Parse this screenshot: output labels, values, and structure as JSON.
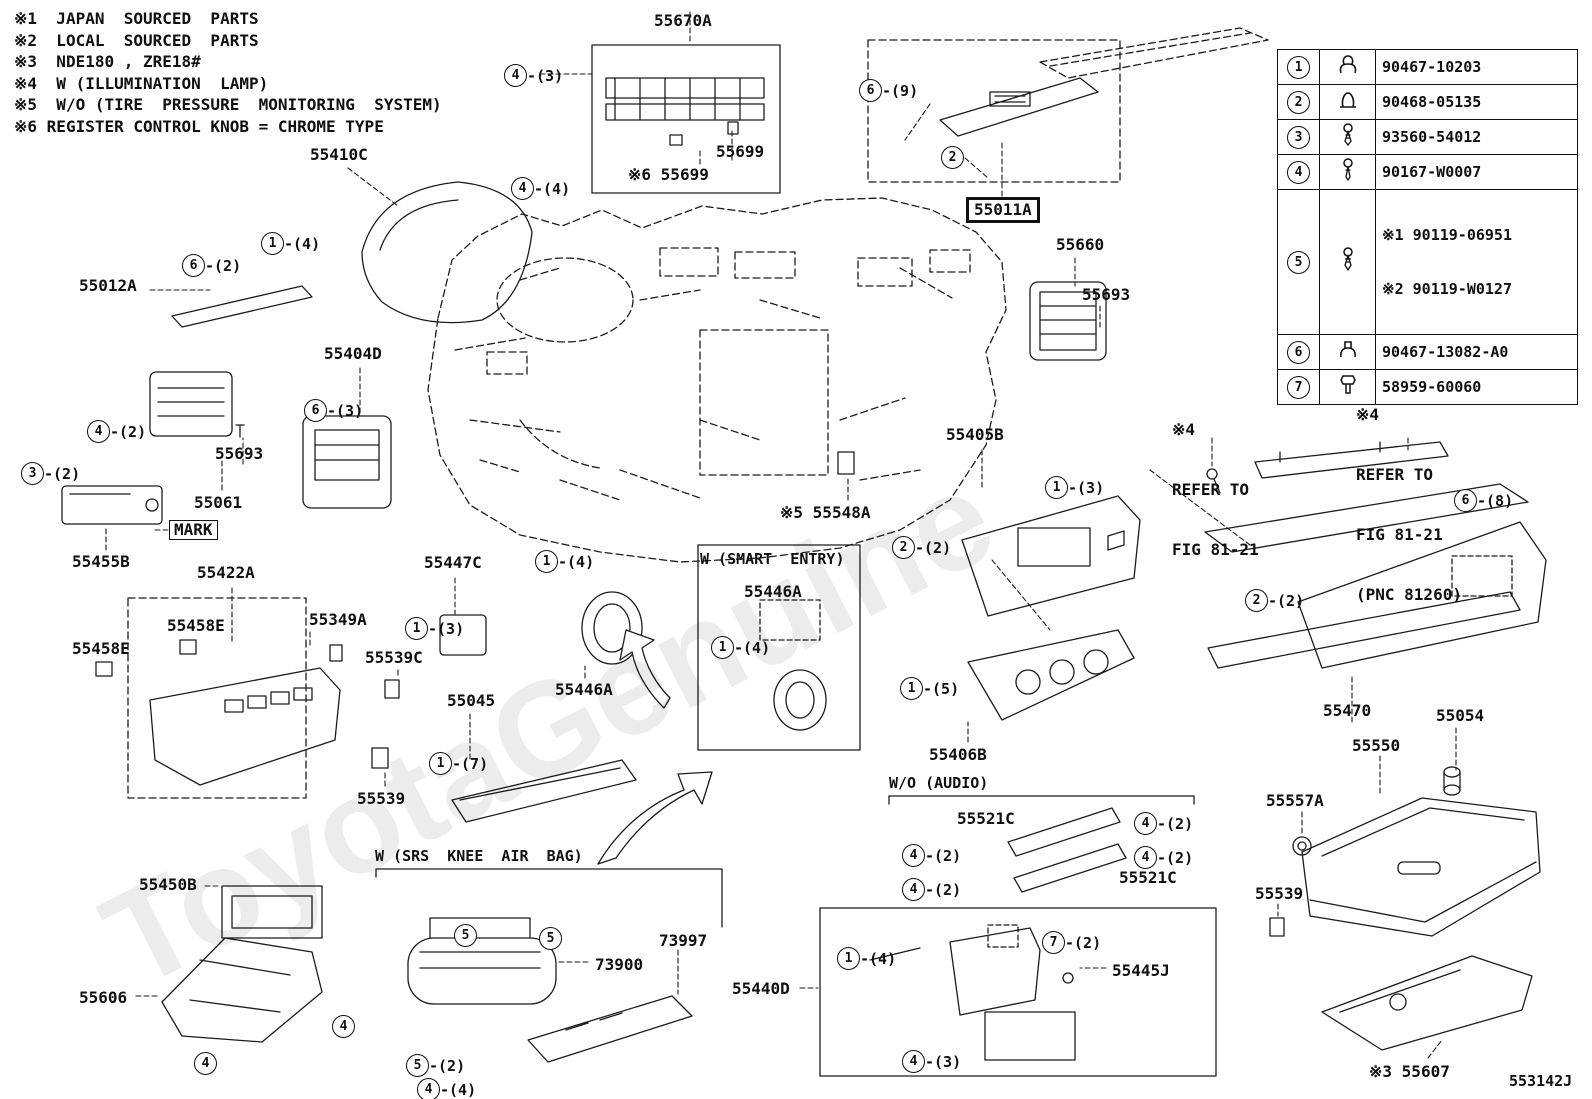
{
  "doc": {
    "code": "553142J",
    "watermark": "ToyotaGenuine"
  },
  "notes": [
    "※1  JAPAN  SOURCED  PARTS",
    "※2  LOCAL  SOURCED  PARTS",
    "※3  NDE180 , ZRE18#",
    "※4  W (ILLUMINATION  LAMP)",
    "※5  W/O (TIRE  PRESSURE  MONITORING  SYSTEM)",
    "※6 REGISTER CONTROL KNOB = CHROME TYPE"
  ],
  "fastener_table": {
    "rows": [
      {
        "num": "1",
        "icon": "clip-icon",
        "parts": [
          "90467-10203"
        ]
      },
      {
        "num": "2",
        "icon": "clip-icon",
        "parts": [
          "90468-05135"
        ]
      },
      {
        "num": "3",
        "icon": "screw-icon",
        "parts": [
          "93560-54012"
        ]
      },
      {
        "num": "4",
        "icon": "screw-icon",
        "parts": [
          "90167-W0007"
        ]
      },
      {
        "num": "5",
        "icon": "screw-icon",
        "parts": [
          "※1 90119-06951",
          "※2 90119-W0127"
        ]
      },
      {
        "num": "6",
        "icon": "clip-icon",
        "parts": [
          "90467-13082-A0"
        ]
      },
      {
        "num": "7",
        "icon": "bolt-icon",
        "parts": [
          "58959-60060"
        ]
      }
    ]
  },
  "labels": [
    "55670A",
    "55699",
    "※6 55699",
    "55410C",
    "55012A",
    "55660",
    "55693",
    "55404D",
    "55693",
    "55061",
    "55455B",
    "55422A",
    "55458E",
    "55458E",
    "55349A",
    "55447C",
    "55539C",
    "55446A",
    "W (SMART  ENTRY)",
    "55446A",
    "55045",
    "55539",
    "55450B",
    "55606",
    "W (SRS  KNEE  AIR  BAG)",
    "73900",
    "73997",
    "55440D",
    "55445J",
    "W/O (AUDIO)",
    "55521C",
    "55521C",
    "55405B",
    "55406B",
    "※5 55548A",
    "55470",
    "55550",
    "55054",
    "55557A",
    "55539",
    "※3 55607"
  ],
  "boxed": [
    "55011A",
    "MARK"
  ],
  "refer": [
    {
      "lines": [
        "※4",
        "REFER TO",
        "FIG 81-21"
      ]
    },
    {
      "lines": [
        "※4",
        "REFER TO",
        "FIG 81-21",
        "(PNC 81260)"
      ]
    }
  ],
  "callouts": [
    {
      "num": "4",
      "suffix": "-(3)"
    },
    {
      "num": "4",
      "suffix": "-(4)"
    },
    {
      "num": "1",
      "suffix": "-(4)"
    },
    {
      "num": "6",
      "suffix": "-(2)"
    },
    {
      "num": "6",
      "suffix": "-(9)"
    },
    {
      "num": "2",
      "suffix": ""
    },
    {
      "num": "6",
      "suffix": "-(3)"
    },
    {
      "num": "4",
      "suffix": "-(2)"
    },
    {
      "num": "3",
      "suffix": "-(2)"
    },
    {
      "num": "1",
      "suffix": "-(3)"
    },
    {
      "num": "1",
      "suffix": "-(4)"
    },
    {
      "num": "1",
      "suffix": "-(4)"
    },
    {
      "num": "1",
      "suffix": "-(7)"
    },
    {
      "num": "4",
      "suffix": ""
    },
    {
      "num": "4",
      "suffix": ""
    },
    {
      "num": "5",
      "suffix": ""
    },
    {
      "num": "5",
      "suffix": ""
    },
    {
      "num": "5",
      "suffix": "-(2)"
    },
    {
      "num": "4",
      "suffix": "-(4)"
    },
    {
      "num": "1",
      "suffix": "-(4)"
    },
    {
      "num": "7",
      "suffix": "-(2)"
    },
    {
      "num": "4",
      "suffix": "-(3)"
    },
    {
      "num": "4",
      "suffix": "-(2)"
    },
    {
      "num": "4",
      "suffix": "-(2)"
    },
    {
      "num": "4",
      "suffix": "-(2)"
    },
    {
      "num": "4",
      "suffix": "-(2)"
    },
    {
      "num": "1",
      "suffix": "-(3)"
    },
    {
      "num": "2",
      "suffix": "-(2)"
    },
    {
      "num": "1",
      "suffix": "-(5)"
    },
    {
      "num": "6",
      "suffix": "-(8)"
    },
    {
      "num": "2",
      "suffix": "-(2)"
    }
  ]
}
